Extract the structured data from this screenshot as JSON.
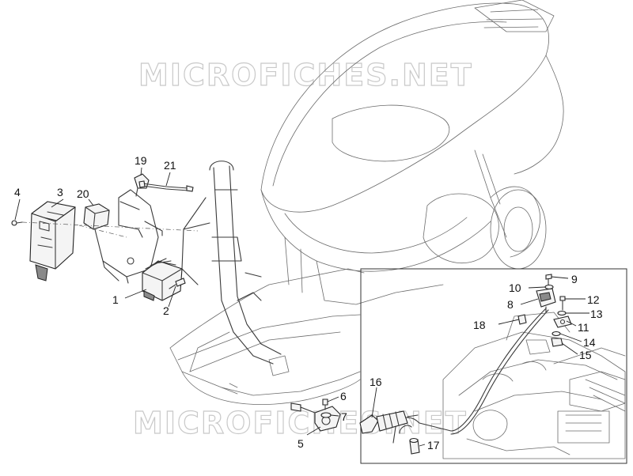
{
  "watermark": {
    "top": "MICROFICHES.NET",
    "bottom": "MICROFICHES.NET"
  },
  "callouts": [
    {
      "id": "c1",
      "label": "1"
    },
    {
      "id": "c2",
      "label": "2"
    },
    {
      "id": "c3",
      "label": "3"
    },
    {
      "id": "c4",
      "label": "4"
    },
    {
      "id": "c5",
      "label": "5"
    },
    {
      "id": "c6",
      "label": "6"
    },
    {
      "id": "c7",
      "label": "7"
    },
    {
      "id": "c8",
      "label": "8"
    },
    {
      "id": "c9",
      "label": "9"
    },
    {
      "id": "c10",
      "label": "10"
    },
    {
      "id": "c11",
      "label": "11"
    },
    {
      "id": "c12",
      "label": "12"
    },
    {
      "id": "c13",
      "label": "13"
    },
    {
      "id": "c14",
      "label": "14"
    },
    {
      "id": "c15",
      "label": "15"
    },
    {
      "id": "c16",
      "label": "16"
    },
    {
      "id": "c17",
      "label": "17"
    },
    {
      "id": "c18",
      "label": "18"
    },
    {
      "id": "c19",
      "label": "19"
    },
    {
      "id": "c20",
      "label": "20"
    },
    {
      "id": "c21",
      "label": "21"
    }
  ]
}
